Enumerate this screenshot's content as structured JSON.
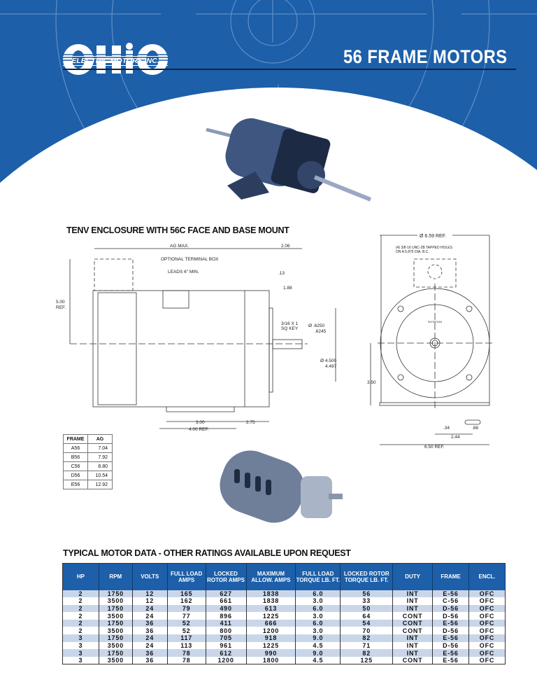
{
  "header": {
    "logo_text": "OHIO",
    "logo_subtitle": "ELECTRIC MOTORS INC.",
    "title": "56 FRAME MOTORS",
    "brand_color": "#1d5fa9"
  },
  "drawing": {
    "title": "TENV ENCLOSURE WITH 56C FACE AND BASE MOUNT",
    "side": {
      "ag_max": "AG MAX.",
      "d206": "2.06",
      "terminal_box": "OPTIONAL TERMINAL BOX",
      "leads": "LEADS 6\" MIN.",
      "d13": ".13",
      "d188": "1.88",
      "d500": "5.00",
      "ref": "REF.",
      "key1": "3/16 X 1",
      "key2": "SQ KEY",
      "shaft1": "Ø .6250",
      "shaft2": ".6245",
      "pilot1": "Ø 4.500",
      "pilot2": "4.497",
      "d300": "3.00",
      "d275": "2.75",
      "d400": "4.00 REF."
    },
    "front": {
      "d659": "Ø 6.59  REF.",
      "holes1": "(4) 3/8-16 UNC-2B TAPPED HOLES",
      "holes2": "ON A 5.875 DIA. B.C.",
      "rotation": "ROTATION",
      "d350": "3.50",
      "d34": ".34",
      "d88": ".88",
      "d244": "2.44",
      "d650": "6.50 REF."
    }
  },
  "ag_table": {
    "headers": [
      "FRAME",
      "AG"
    ],
    "rows": [
      [
        "A56",
        "7.04"
      ],
      [
        "B56",
        "7.92"
      ],
      [
        "C56",
        "8.80"
      ],
      [
        "D56",
        "10.54"
      ],
      [
        "E56",
        "12.92"
      ]
    ]
  },
  "motor_data": {
    "title": "TYPICAL MOTOR DATA - OTHER RATINGS AVAILABLE UPON REQUEST",
    "headers": [
      "HP",
      "RPM",
      "VOLTS",
      "FULL LOAD AMPS",
      "LOCKED ROTOR AMPS",
      "MAXIMUM ALLOW. AMPS",
      "FULL LOAD TORQUE LB. FT.",
      "LOCKED ROTOR TORQUE LB. FT.",
      "DUTY",
      "FRAME",
      "ENCL."
    ],
    "rows": [
      [
        "2",
        "1750",
        "12",
        "165",
        "627",
        "1838",
        "6.0",
        "56",
        "INT",
        "E-56",
        "OFC"
      ],
      [
        "2",
        "3500",
        "12",
        "162",
        "661",
        "1838",
        "3.0",
        "33",
        "INT",
        "C-56",
        "OFC"
      ],
      [
        "2",
        "1750",
        "24",
        "79",
        "490",
        "613",
        "6.0",
        "50",
        "INT",
        "D-56",
        "OFC"
      ],
      [
        "2",
        "3500",
        "24",
        "77",
        "896",
        "1225",
        "3.0",
        "64",
        "CONT",
        "D-56",
        "OFC"
      ],
      [
        "2",
        "1750",
        "36",
        "52",
        "411",
        "666",
        "6.0",
        "54",
        "CONT",
        "E-56",
        "OFC"
      ],
      [
        "2",
        "3500",
        "36",
        "52",
        "800",
        "1200",
        "3.0",
        "70",
        "CONT",
        "D-56",
        "OFC"
      ],
      [
        "3",
        "1750",
        "24",
        "117",
        "705",
        "918",
        "9.0",
        "82",
        "INT",
        "E-56",
        "OFC"
      ],
      [
        "3",
        "3500",
        "24",
        "113",
        "961",
        "1225",
        "4.5",
        "71",
        "INT",
        "D-56",
        "OFC"
      ],
      [
        "3",
        "1750",
        "36",
        "78",
        "612",
        "990",
        "9.0",
        "82",
        "INT",
        "E-56",
        "OFC"
      ],
      [
        "3",
        "3500",
        "36",
        "78",
        "1200",
        "1800",
        "4.5",
        "125",
        "CONT",
        "E-56",
        "OFC"
      ]
    ]
  }
}
